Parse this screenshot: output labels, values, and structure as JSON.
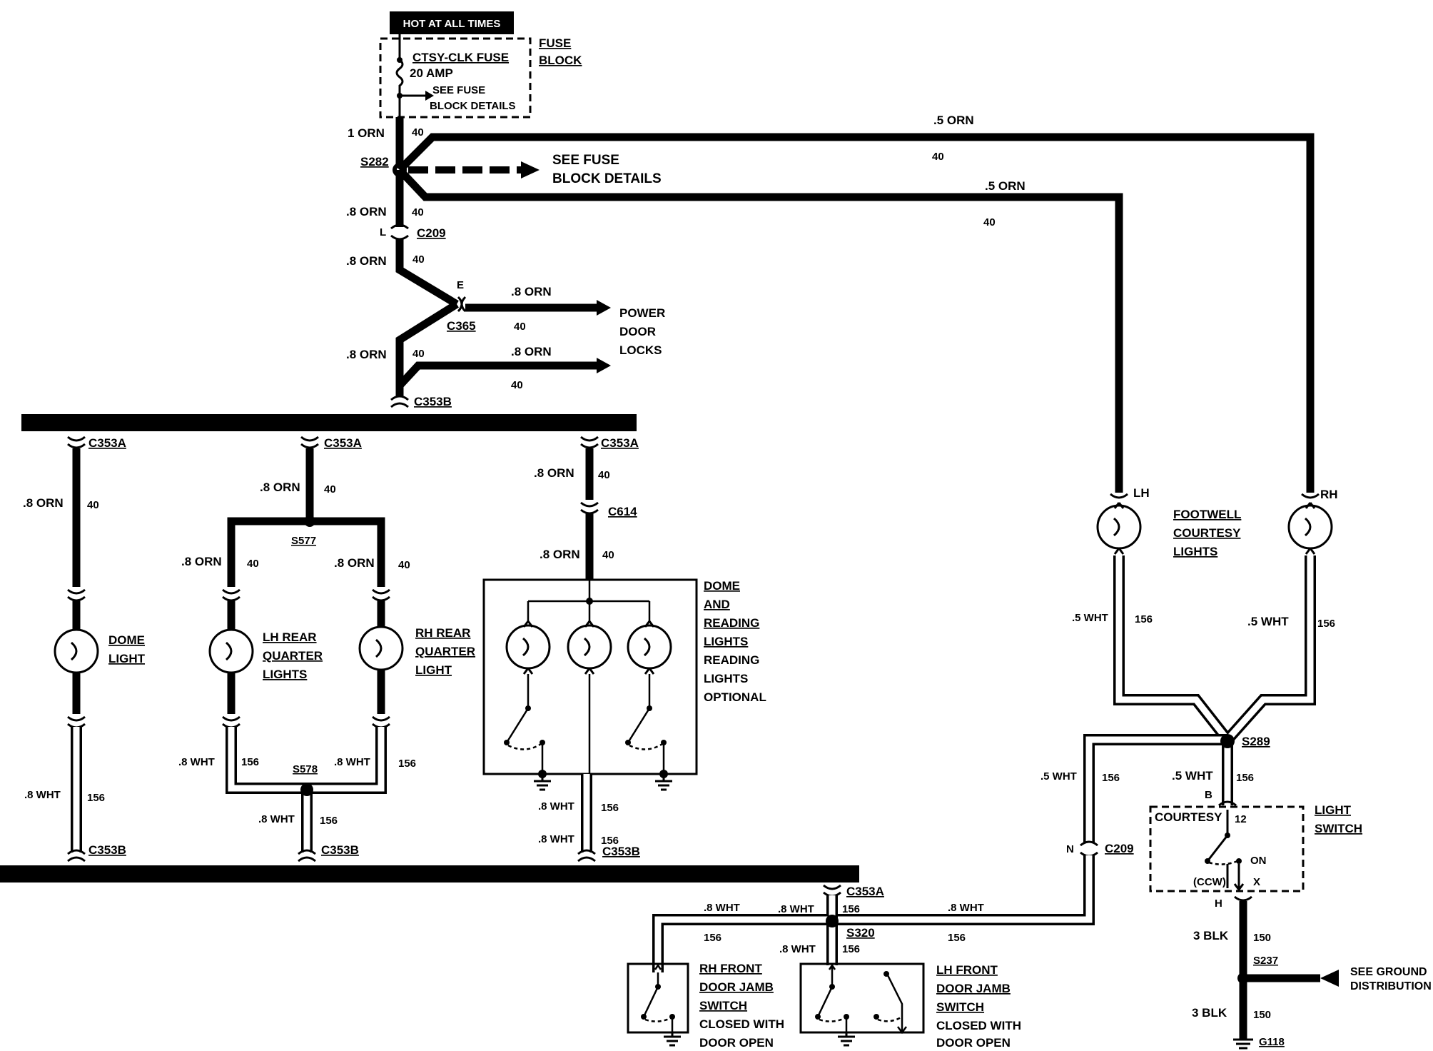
{
  "header": {
    "hot": "HOT AT ALL TIMES"
  },
  "fuse": {
    "name": "CTSY-CLK FUSE",
    "amp": "20 AMP",
    "see1": "SEE FUSE",
    "see2": "BLOCK DETAILS",
    "block1": "FUSE",
    "block2": "BLOCK"
  },
  "wires": {
    "orn1": "1 ORN",
    "orn5": ".5 ORN",
    "orn8": ".8 ORN",
    "wht5": ".5 WHT",
    "wht8": ".8 WHT",
    "blk3": "3 BLK",
    "c40": "40",
    "c156": "156",
    "c150": "150"
  },
  "splices": {
    "s282": "S282",
    "s577": "S577",
    "s578": "S578",
    "s289": "S289",
    "s320": "S320",
    "s237": "S237",
    "g118": "G118"
  },
  "connectors": {
    "c209": "C209",
    "c365": "C365",
    "c353a": "C353A",
    "c353b": "C353B",
    "c614": "C614",
    "pinL": "L",
    "pinE": "E",
    "pinN": "N",
    "pinB": "B",
    "pinH": "H"
  },
  "fuseDetails": {
    "l1": "SEE FUSE",
    "l2": "BLOCK DETAILS"
  },
  "powerLocks": {
    "l1": "POWER",
    "l2": "DOOR",
    "l3": "LOCKS"
  },
  "dome": {
    "l1": "DOME",
    "l2": "LIGHT"
  },
  "lhRear": {
    "l1": "LH REAR",
    "l2": "QUARTER",
    "l3": "LIGHTS"
  },
  "rhRear": {
    "l1": "RH REAR",
    "l2": "QUARTER",
    "l3": "LIGHT"
  },
  "domeReading": {
    "l1": "DOME",
    "l2": "AND",
    "l3": "READING",
    "l4": "LIGHTS",
    "l5": "READING",
    "l6": "LIGHTS",
    "l7": "OPTIONAL"
  },
  "footwell": {
    "l1": "FOOTWELL",
    "l2": "COURTESY",
    "l3": "LIGHTS",
    "lh": "LH",
    "rh": "RH"
  },
  "lightSwitch": {
    "l1": "LIGHT",
    "l2": "SWITCH",
    "courtesy": "COURTESY",
    "pin12": "12",
    "on": "ON",
    "ccw": "(CCW)",
    "x": "X"
  },
  "ground": {
    "l1": "SEE GROUND",
    "l2": "DISTRIBUTION"
  },
  "rhFront": {
    "l1": "RH FRONT",
    "l2": "DOOR JAMB",
    "l3": "SWITCH",
    "l4": "CLOSED WITH",
    "l5": "DOOR OPEN"
  },
  "lhFront": {
    "l1": "LH FRONT",
    "l2": "DOOR JAMB",
    "l3": "SWITCH",
    "l4": "CLOSED WITH",
    "l5": "DOOR OPEN"
  }
}
